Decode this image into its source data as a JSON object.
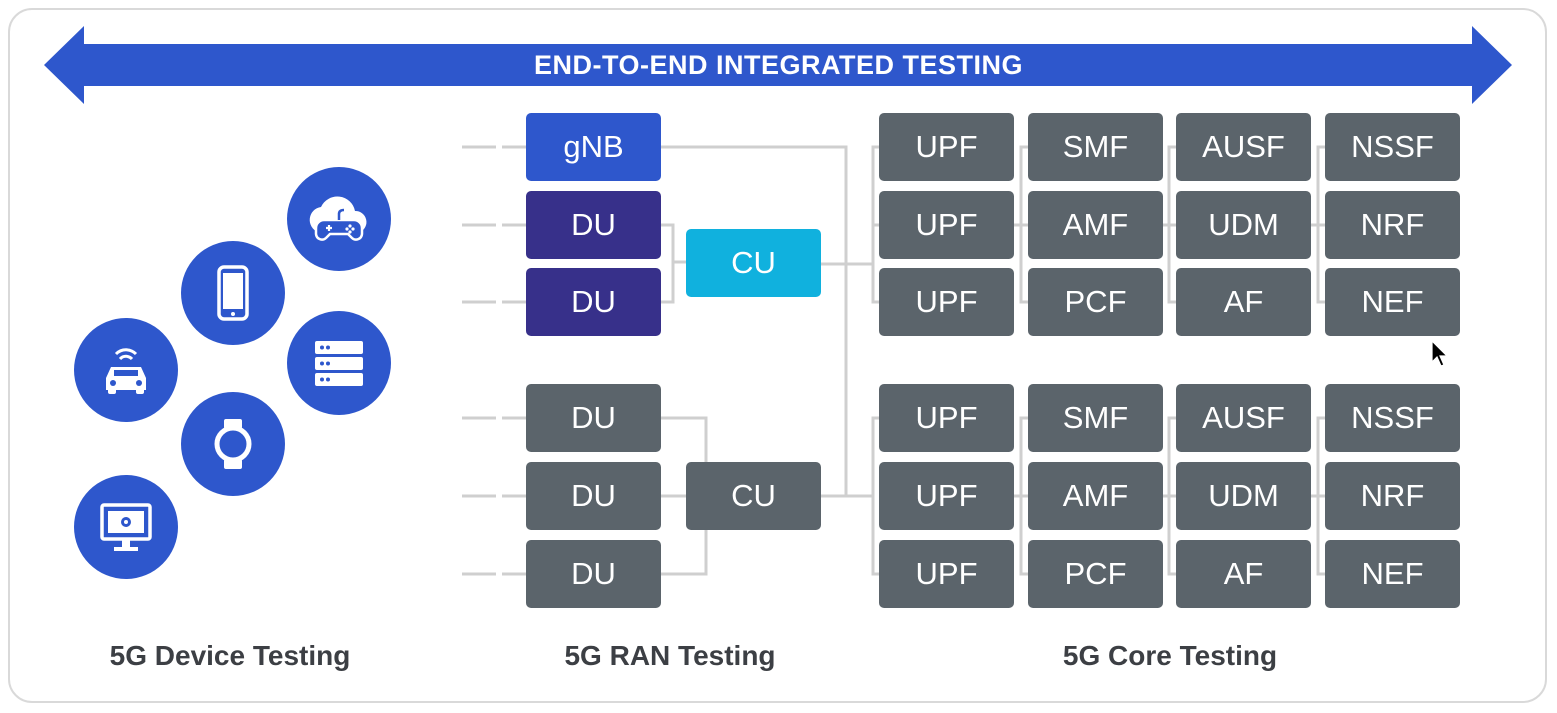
{
  "banner": {
    "text": "END-TO-END INTEGRATED TESTING",
    "color": "#2e57cc"
  },
  "ran": {
    "top_cluster": {
      "gnb": "gNB",
      "du": [
        "DU",
        "DU"
      ],
      "cu": "CU"
    },
    "bottom_cluster": {
      "du": [
        "DU",
        "DU",
        "DU"
      ],
      "cu": "CU"
    }
  },
  "core": {
    "top_grid": [
      [
        "UPF",
        "SMF",
        "AUSF",
        "NSSF"
      ],
      [
        "UPF",
        "AMF",
        "UDM",
        "NRF"
      ],
      [
        "UPF",
        "PCF",
        "AF",
        "NEF"
      ]
    ],
    "bottom_grid": [
      [
        "UPF",
        "SMF",
        "AUSF",
        "NSSF"
      ],
      [
        "UPF",
        "AMF",
        "UDM",
        "NRF"
      ],
      [
        "UPF",
        "PCF",
        "AF",
        "NEF"
      ]
    ]
  },
  "devices": [
    "cloud-gaming-icon",
    "smartphone-icon",
    "connected-car-icon",
    "server-icon",
    "smartwatch-icon",
    "monitor-icon"
  ],
  "labels": {
    "device": "5G Device Testing",
    "ran": "5G RAN Testing",
    "core": "5G Core Testing"
  },
  "colors": {
    "gnb": "#2e57cc",
    "du_top": "#37308a",
    "cu_top": "#10b1de",
    "grey_box": "#5b646b",
    "line": "#cfcfcf"
  }
}
